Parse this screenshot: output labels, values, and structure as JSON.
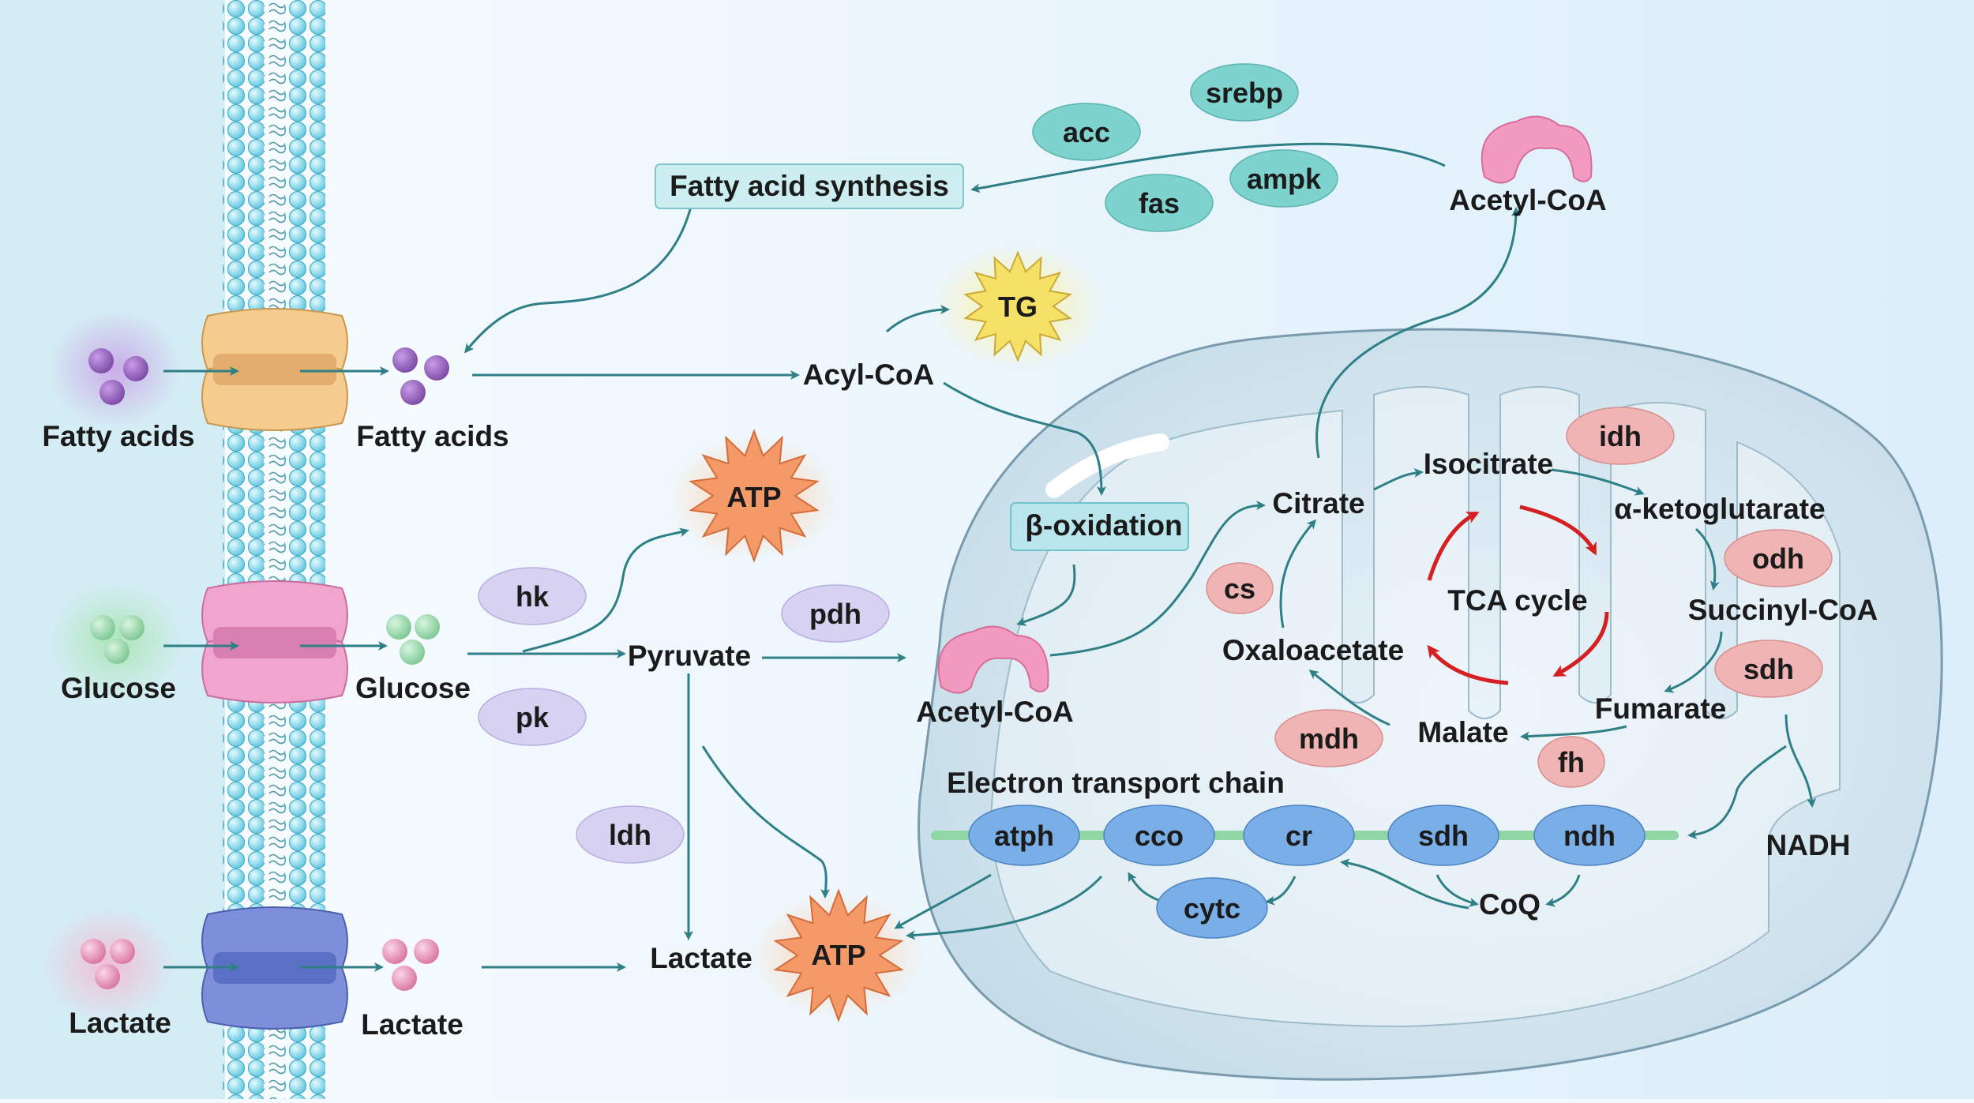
{
  "membrane": {
    "outside_labels": [
      "Fatty acids",
      "Glucose",
      "Lactate"
    ],
    "inside_labels": [
      "Fatty acids",
      "Glucose",
      "Lactate"
    ]
  },
  "lipid": {
    "fatty_acid_synthesis": "Fatty acid synthesis",
    "regulators": [
      "acc",
      "srebp",
      "fas",
      "ampk"
    ],
    "acetyl_coa_top": "Acetyl-CoA",
    "tg": "TG",
    "acyl_coa": "Acyl-CoA",
    "beta_oxidation": "β-oxidation"
  },
  "glycolysis": {
    "atp_top": "ATP",
    "hk": "hk",
    "pk": "pk",
    "pdh": "pdh",
    "pyruvate": "Pyruvate",
    "ldh": "ldh",
    "lactate": "Lactate",
    "atp_bottom": "ATP"
  },
  "mito": {
    "acetyl_coa": "Acetyl-CoA",
    "tca": {
      "citrate": "Citrate",
      "isocitrate": "Isocitrate",
      "idh": "idh",
      "akg": "α-ketoglutarate",
      "odh": "odh",
      "succinyl_coa": "Succinyl-CoA",
      "sdh": "sdh",
      "fumarate": "Fumarate",
      "fh": "fh",
      "malate": "Malate",
      "mdh": "mdh",
      "oxaloacetate": "Oxaloacetate",
      "cs": "cs",
      "cycle_label": "TCA cycle"
    },
    "nadh": "NADH",
    "etc": {
      "title": "Electron transport chain",
      "complexes": [
        "atph",
        "cco",
        "cr",
        "sdh",
        "ndh"
      ],
      "cytc": "cytc",
      "coq": "CoQ"
    }
  },
  "colors": {
    "arrow": "#2e7f86",
    "teal_ellipse": "#7fd3cf",
    "purple_ellipse": "#d8d2f2",
    "red_ellipse": "#f1b4b4",
    "blue_complex": "#7aaee6",
    "cycle_arrow": "#d42020"
  }
}
